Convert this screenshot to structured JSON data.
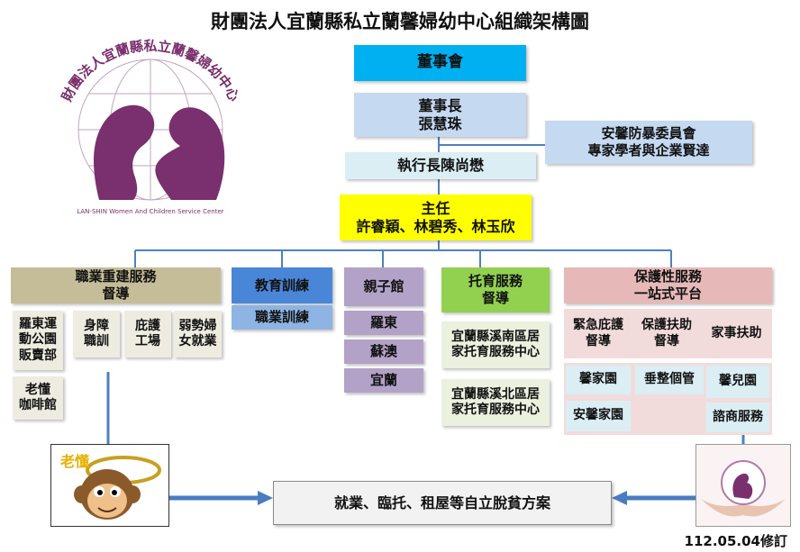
{
  "title": "財團法人宜蘭縣私立蘭馨婦幼中心組織架構圖",
  "logo": {
    "text": "財團法人宜蘭縣私立蘭馨婦幼中心",
    "subtext": "LAN-SHIN Women And Children Service Center"
  },
  "board": "董事會",
  "chairman": "董事長\n張慧珠",
  "committee": "安馨防暴委員會\n專家學者與企業賢達",
  "ceo": "執行長陳尚懋",
  "director": "主任\n許睿穎、林碧秀、林玉欣",
  "departments": {
    "vocational": {
      "title": "職業重建服務\n督導",
      "items": [
        "羅東運\n動公園\n販賣部",
        "身障\n職訓",
        "庇護\n工場",
        "弱勢婦\n女就業",
        "老懂\n咖啡館"
      ]
    },
    "education": {
      "title": "教育訓練",
      "items": [
        "職業訓練"
      ]
    },
    "parent_child": {
      "title": "親子館",
      "items": [
        "羅東",
        "蘇澳",
        "宜蘭"
      ]
    },
    "childcare": {
      "title": "托育服務\n督導",
      "items": [
        "宜蘭縣溪南區居\n家托育服務中心",
        "宜蘭縣溪北區居\n家托育服務中心"
      ]
    },
    "protection": {
      "title": "保護性服務\n一站式平台",
      "subunits": [
        "緊急庇護\n督導",
        "保護扶助\n督導",
        "家事扶助"
      ],
      "items": [
        "馨家園",
        "垂整個管",
        "馨兒園",
        "安馨家園",
        "諮商服務"
      ]
    }
  },
  "outcome": "就業、臨托、租屋等自立脫貧方案",
  "monkey_text": "老懂",
  "revision": "112.05.04修訂",
  "colors": {
    "board": "#00b0f0",
    "chairman": "#c5d9f1",
    "committee": "#c5d9f1",
    "ceo": "#dbeef4",
    "director": "#ffff00",
    "vocational_head": "#c4bd97",
    "vocational_item": "#eeece1",
    "education_head": "#4a86d8",
    "education_item": "#8eb4e3",
    "parent_child": "#b3a2c7",
    "childcare_head": "#92d050",
    "childcare_item": "#ebf1de",
    "protection_head": "#e6b9b8",
    "protection_sub": "#f2dcdb",
    "protection_item": "#dbeef4",
    "outcome": "#f2f2f2",
    "connector": "#4f81bd",
    "logo": "#7a2f6e"
  }
}
